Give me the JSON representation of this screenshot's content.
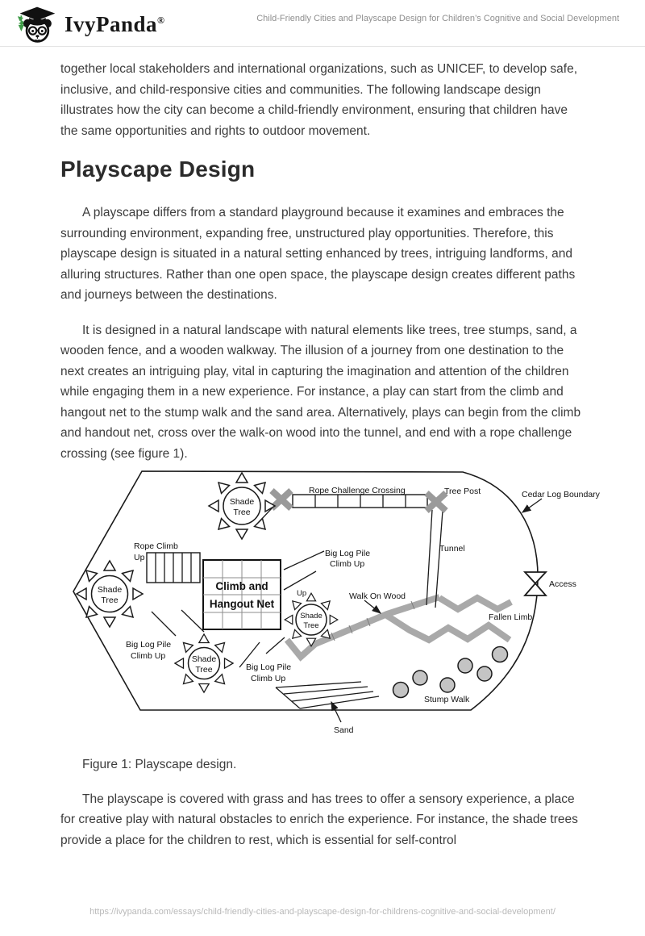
{
  "header": {
    "brand": "IvyPanda",
    "registered": "®",
    "doc_title": "Child-Friendly Cities and Playscape Design for Children’s Cognitive and Social Development"
  },
  "article": {
    "paragraph_intro": "together local stakeholders and international organizations, such as UNICEF, to develop safe, inclusive, and child-responsive cities and communities. The following landscape design illustrates how the city can become a child-friendly environment, ensuring that children have the same opportunities and rights to outdoor movement.",
    "heading": "Playscape Design",
    "paragraph_2": "A playscape differs from a standard playground because it examines and embraces the surrounding environment, expanding free, unstructured play opportunities. Therefore, this playscape design is situated in a natural setting enhanced by trees, intriguing landforms, and alluring structures. Rather than one open space, the playscape design creates different paths and journeys between the destinations.",
    "paragraph_3": "It is designed in a natural landscape with natural elements like trees, tree stumps, sand, a wooden fence, and a wooden walkway. The illusion of a journey from one destination to the next creates an intriguing play, vital in capturing the imagination and attention of the children while engaging them in a new experience. For instance, a play can start from the climb and hangout net to the stump walk and the sand area. Alternatively, plays can begin from the climb and handout net, cross over the walk-on wood into the tunnel, and end with a rope challenge crossing (see figure 1).",
    "figure_caption": "Figure 1: Playscape design.",
    "paragraph_4": "The playscape is covered with grass and has trees to offer a sensory experience, a place for creative play with natural obstacles to enrich the experience. For instance, the shade trees provide a place for the children to rest, which is essential for self-control"
  },
  "figure": {
    "labels": {
      "shade": "Shade",
      "tree": "Tree",
      "rope_climb_line1": "Rope Climb",
      "rope_climb_line2": "Up",
      "net_line1": "Climb and",
      "net_line2": "Hangout Net",
      "rope_challenge": "Rope Challenge Crossing",
      "tree_post": "Tree Post",
      "cedar_log_boundary": "Cedar Log Boundary",
      "tunnel": "Tunnel",
      "access": "Access",
      "big_log_line1": "Big Log Pile",
      "big_log_line2": "Climb Up",
      "up": "Up",
      "walk_on_wood": "Walk On Wood",
      "fallen_limb": "Fallen Limb",
      "stump_walk": "Stump Walk",
      "sand": "Sand"
    }
  },
  "footer": {
    "url": "https://ivypanda.com/essays/child-friendly-cities-and-playscape-design-for-childrens-cognitive-and-social-development/"
  },
  "colors": {
    "text": "#3c3c3c",
    "muted_gray": "#8f8f8f",
    "footer_gray": "#b9b9b9",
    "diagram_gray": "#a9a9a9",
    "accent_green": "#3d9a46"
  }
}
